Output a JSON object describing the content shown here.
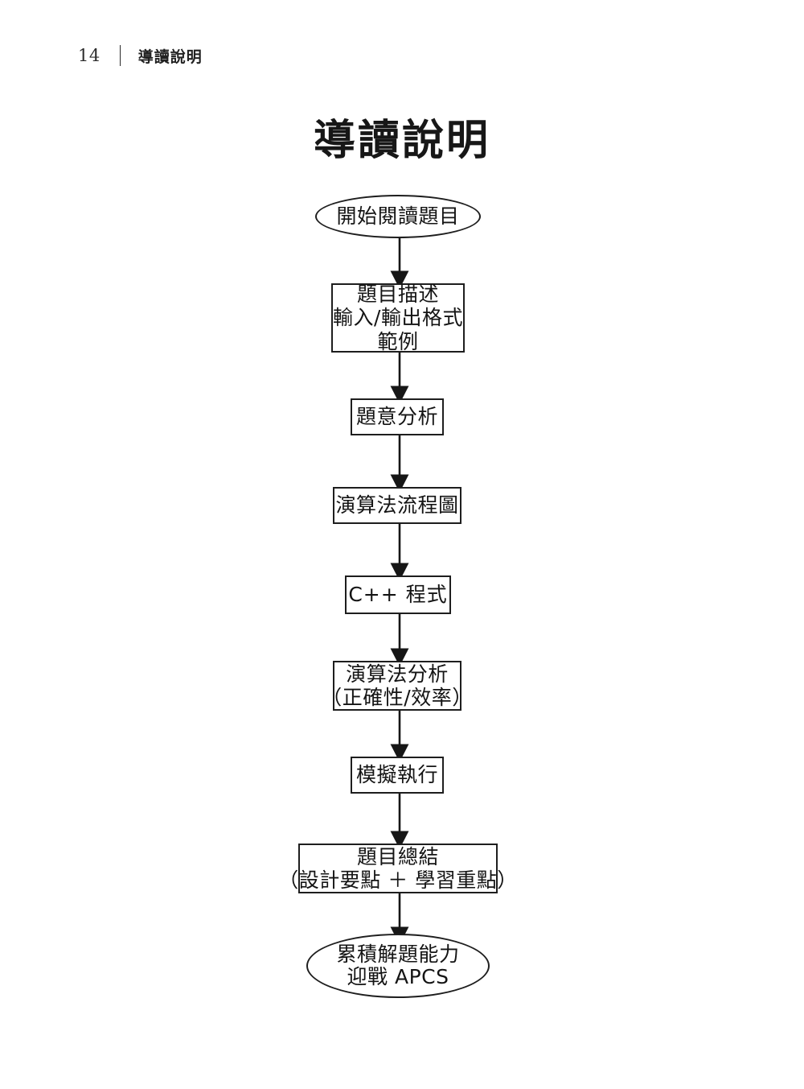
{
  "page": {
    "number": "14",
    "chapter": "導讀說明",
    "separator": "|",
    "title": "導讀說明",
    "background_color": "#ffffff",
    "ink_color": "#1a1a1a"
  },
  "flowchart": {
    "orientation": "top-to-bottom",
    "connector_style": "straight-arrow",
    "nodes": [
      {
        "id": "start",
        "shape": "ellipse",
        "lines": [
          "開始閱讀題目"
        ]
      },
      {
        "id": "problem",
        "shape": "rectangle",
        "lines": [
          "題目描述",
          "輸入/輸出格式",
          "範例"
        ]
      },
      {
        "id": "analysis",
        "shape": "rectangle",
        "lines": [
          "題意分析"
        ]
      },
      {
        "id": "flowchart",
        "shape": "rectangle",
        "lines": [
          "演算法流程圖"
        ]
      },
      {
        "id": "code",
        "shape": "rectangle",
        "lines": [
          "C++ 程式"
        ]
      },
      {
        "id": "algo",
        "shape": "rectangle",
        "lines": [
          "演算法分析",
          "（正確性/效率）"
        ]
      },
      {
        "id": "sim",
        "shape": "rectangle",
        "lines": [
          "模擬執行"
        ]
      },
      {
        "id": "summary",
        "shape": "rectangle",
        "lines": [
          "題目總結",
          "（設計要點 ＋ 學習重點）"
        ]
      },
      {
        "id": "end",
        "shape": "ellipse",
        "lines": [
          "累積解題能力",
          "迎戰 APCS"
        ]
      }
    ]
  }
}
